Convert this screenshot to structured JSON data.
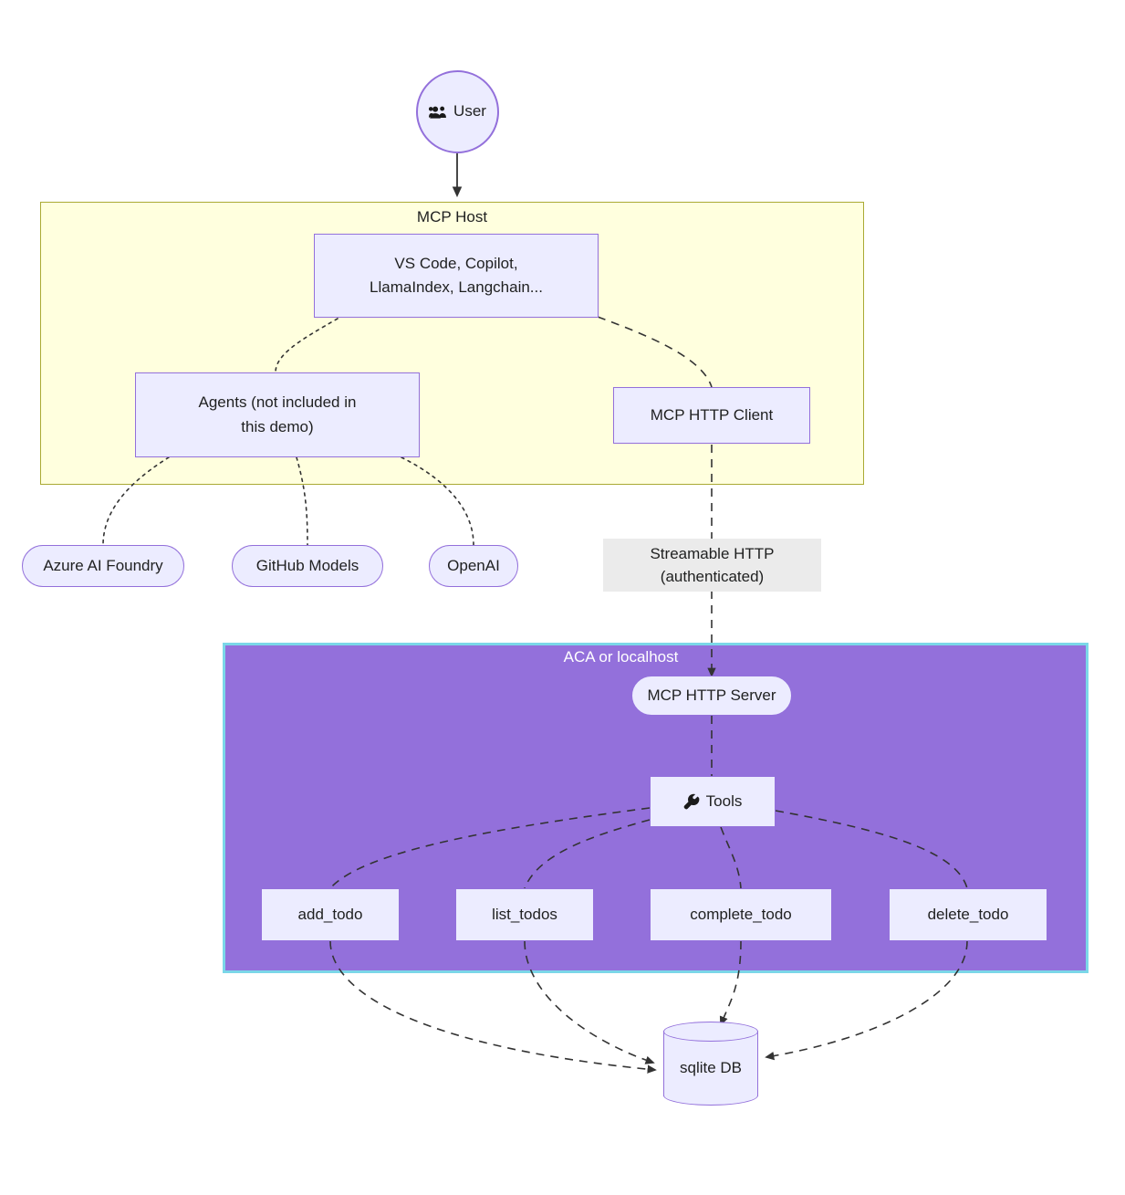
{
  "diagram": {
    "type": "flowchart",
    "title": "MCP architecture diagram"
  },
  "colors": {
    "node_fill": "#ececff",
    "node_stroke": "#9370db",
    "mcp_host_fill": "#ffffde",
    "mcp_host_stroke": "#aaaa33",
    "aca_fill": "#9370db",
    "aca_stroke": "#7bd7e8",
    "edge_label_fill": "#ebebeb",
    "edge_stroke": "#333333",
    "text": "#1f2020"
  },
  "user": {
    "label": "User",
    "icon": "users-icon"
  },
  "mcp_host": {
    "cluster_label": "MCP Host",
    "host_app": {
      "line1": "VS Code, Copilot,",
      "line2": "LlamaIndex, Langchain..."
    },
    "agents": {
      "line1": "Agents (not included in",
      "line2": "this demo)"
    },
    "mcp_http_client": "MCP HTTP Client"
  },
  "model_providers": [
    {
      "label": "Azure AI Foundry"
    },
    {
      "label": "GitHub Models"
    },
    {
      "label": "OpenAI"
    }
  ],
  "transport_label": {
    "line1": "Streamable HTTP",
    "line2": "(authenticated)"
  },
  "aca": {
    "cluster_label": "ACA or localhost",
    "mcp_http_server": "MCP HTTP Server",
    "tools": {
      "label": "Tools",
      "icon": "wrench-icon"
    },
    "tool_nodes": [
      {
        "label": "add_todo"
      },
      {
        "label": "list_todos"
      },
      {
        "label": "complete_todo"
      },
      {
        "label": "delete_todo"
      }
    ]
  },
  "database": {
    "label": "sqlite DB",
    "shape": "cylinder"
  }
}
